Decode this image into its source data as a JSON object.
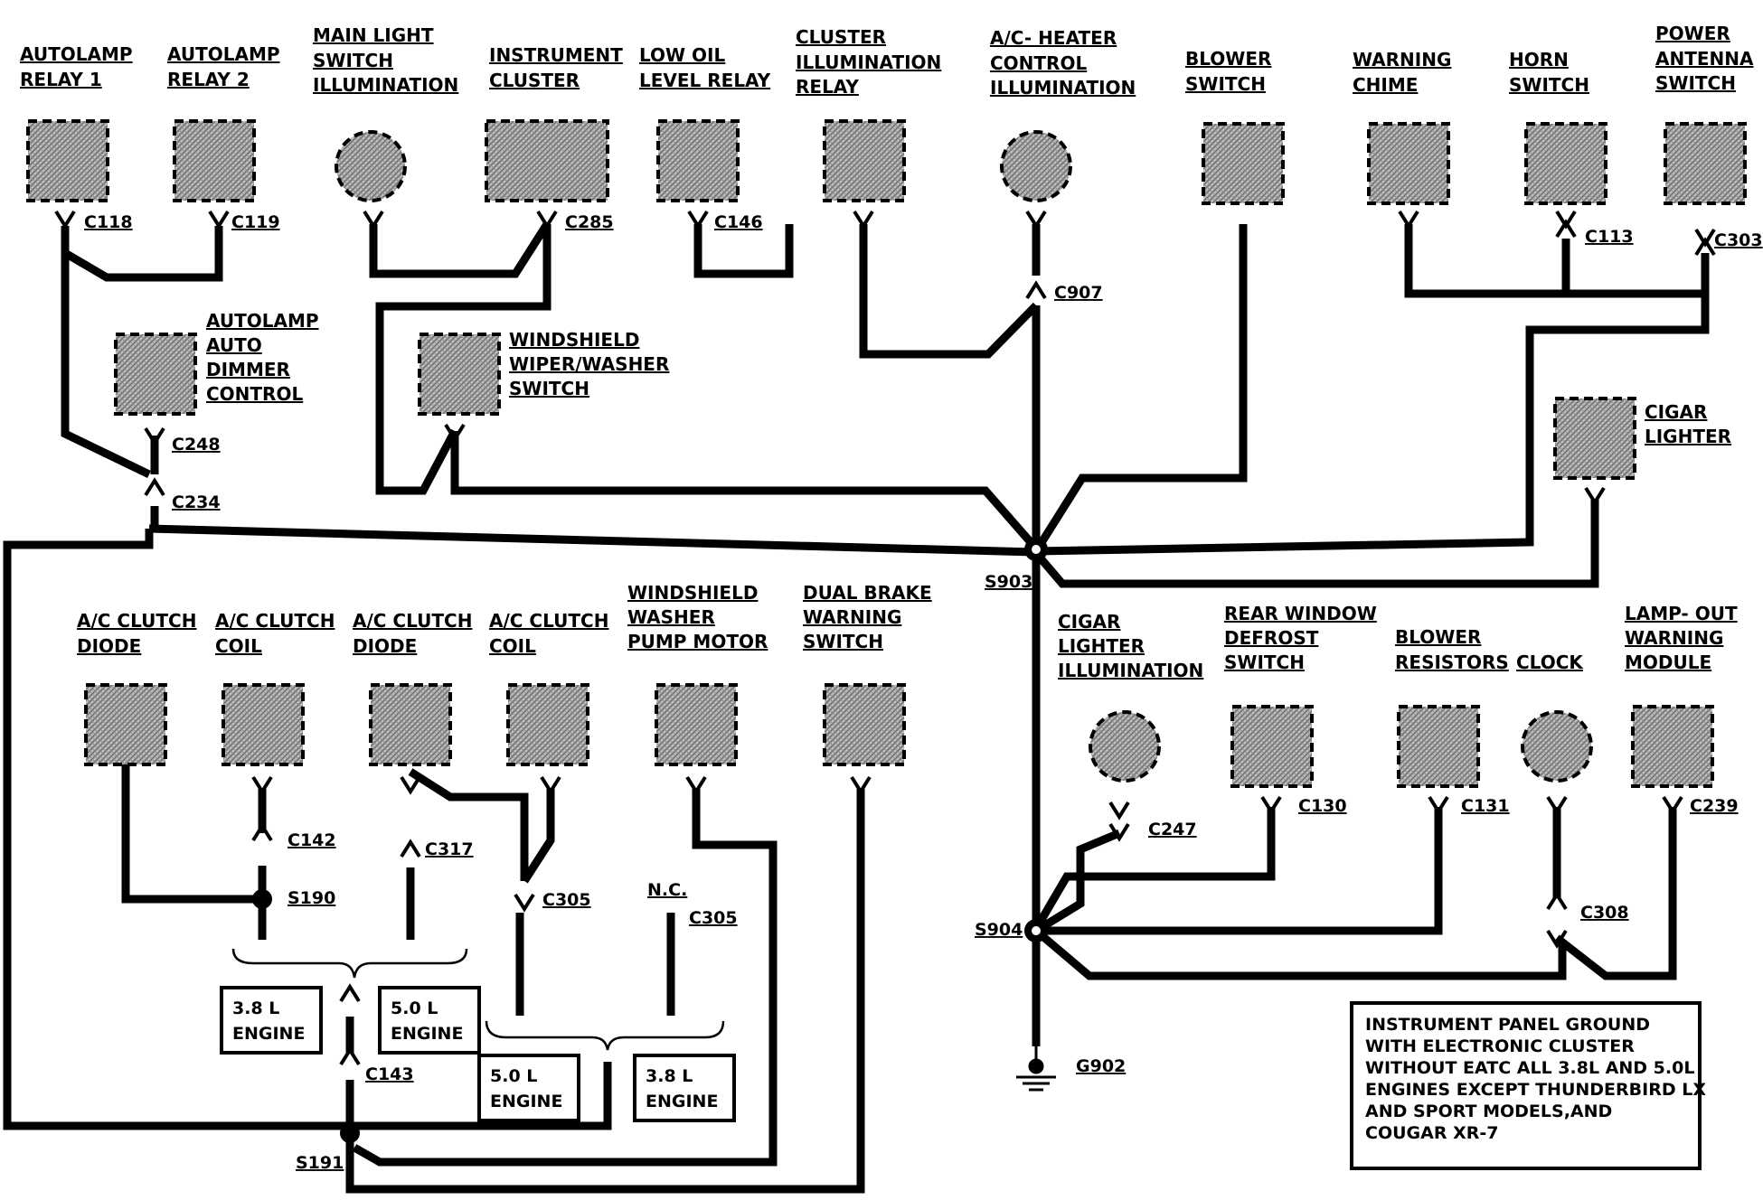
{
  "labels": {
    "autolamp_relay1": [
      "AUTOLAMP",
      "RELAY 1"
    ],
    "autolamp_relay2": [
      "AUTOLAMP",
      "RELAY 2"
    ],
    "main_light": [
      "MAIN LIGHT",
      "SWITCH",
      "ILLUMINATION"
    ],
    "instrument_cluster": [
      "INSTRUMENT",
      "CLUSTER"
    ],
    "low_oil": [
      "LOW OIL",
      "LEVEL RELAY"
    ],
    "cluster_illum": [
      "CLUSTER",
      "ILLUMINATION",
      "RELAY"
    ],
    "ac_heater": [
      "A/C- HEATER",
      "CONTROL",
      "ILLUMINATION"
    ],
    "blower_switch": [
      "BLOWER",
      "SWITCH"
    ],
    "warning_chime": [
      "WARNING",
      "CHIME"
    ],
    "horn_switch": [
      "HORN",
      "SWITCH"
    ],
    "power_antenna": [
      "POWER",
      "ANTENNA",
      "SWITCH"
    ],
    "autolamp_dimmer": [
      "AUTOLAMP",
      "AUTO",
      "DIMMER",
      "CONTROL"
    ],
    "windshield_wiper": [
      "WINDSHIELD",
      "WIPER/WASHER",
      "SWITCH"
    ],
    "cigar_lighter": [
      "CIGAR",
      "LIGHTER"
    ],
    "ac_clutch_diode_1": [
      "A/C CLUTCH",
      "DIODE"
    ],
    "ac_clutch_coil_1": [
      "A/C CLUTCH",
      "COIL"
    ],
    "ac_clutch_diode_2": [
      "A/C CLUTCH",
      "DIODE"
    ],
    "ac_clutch_coil_2": [
      "A/C CLUTCH",
      "COIL"
    ],
    "washer_pump": [
      "WINDSHIELD",
      "WASHER",
      "PUMP MOTOR"
    ],
    "dual_brake": [
      "DUAL BRAKE",
      "WARNING",
      "SWITCH"
    ],
    "cigar_lighter_illum": [
      "CIGAR",
      "LIGHTER",
      "ILLUMINATION"
    ],
    "rear_window": [
      "REAR WINDOW",
      "DEFROST",
      "SWITCH"
    ],
    "blower_resistors": [
      "BLOWER",
      "RESISTORS"
    ],
    "clock": [
      "CLOCK"
    ],
    "lamp_out": [
      "LAMP- OUT",
      "WARNING",
      "MODULE"
    ]
  },
  "connectors": {
    "c118": "C118",
    "c119": "C119",
    "c285": "C285",
    "c146": "C146",
    "c907": "C907",
    "c113": "C113",
    "c303": "C303",
    "c248": "C248",
    "c234": "C234",
    "s903": "S903",
    "c142": "C142",
    "s190": "S190",
    "c317": "C317",
    "c305a": "C305",
    "c305b": "C305",
    "nc": "N.C.",
    "c143": "C143",
    "s191": "S191",
    "c247": "C247",
    "c130": "C130",
    "c131": "C131",
    "c239": "C239",
    "c308": "C308",
    "s904": "S904",
    "g902": "G902"
  },
  "engine_boxes": {
    "e1": [
      "3.8 L",
      "ENGINE"
    ],
    "e2": [
      "5.0 L",
      "ENGINE"
    ],
    "e3": [
      "5.0 L",
      "ENGINE"
    ],
    "e4": [
      "3.8 L",
      "ENGINE"
    ]
  },
  "note": [
    "INSTRUMENT PANEL GROUND",
    "WITH ELECTRONIC CLUSTER",
    "WITHOUT EATC ALL 3.8L AND 5.0L",
    "ENGINES EXCEPT THUNDERBIRD LX",
    "AND SPORT MODELS,AND",
    "COUGAR XR-7"
  ]
}
